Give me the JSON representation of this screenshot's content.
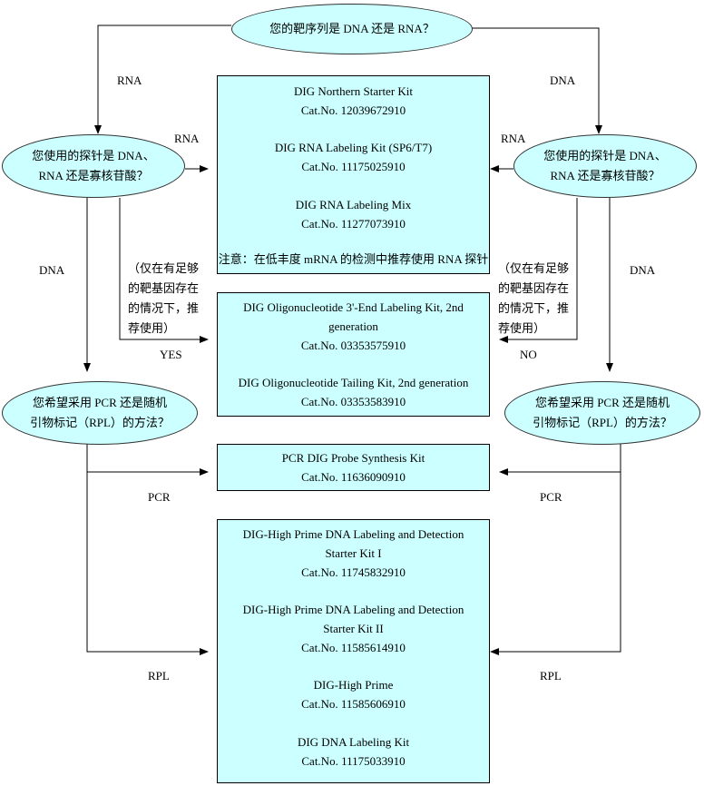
{
  "questions": {
    "top": "您的靶序列是 DNA 还是 RNA？",
    "probe_left": [
      "您使用的探针是 DNA、",
      "RNA 还是寡核苷酸？"
    ],
    "probe_right": [
      "您使用的探针是 DNA、",
      "RNA 还是寡核苷酸？"
    ],
    "method_left": [
      "您希望采用 PCR 还是随机",
      "引物标记（RPL）的方法？"
    ],
    "method_right": [
      "您希望采用 PCR 还是随机",
      "引物标记（RPL）的方法？"
    ]
  },
  "labels": {
    "rna_left": "RNA",
    "dna_right": "DNA",
    "rna_probe_left": "RNA",
    "rna_probe_right": "RNA",
    "dna_probe_left": "DNA",
    "dna_probe_right": "DNA",
    "yes": "YES",
    "no": "NO",
    "pcr_left": "PCR",
    "pcr_right": "PCR",
    "rpl_left": "RPL",
    "rpl_right": "RPL"
  },
  "notes": {
    "left": "（仅在有足够的靶基因存在的情况下，推荐使用）",
    "right": "（仅在有足够的靶基因存在的情况下，推荐使用）"
  },
  "boxes": {
    "rna_kits": {
      "entries": [
        {
          "name": "DIG Northern Starter Kit",
          "cat": "Cat.No. 12039672910"
        },
        {
          "name": "DIG RNA Labeling Kit (SP6/T7)",
          "cat": "Cat.No. 11175025910"
        },
        {
          "name": "DIG RNA Labeling Mix",
          "cat": "Cat.No. 11277073910"
        }
      ],
      "note": "注意：在低丰度 mRNA 的检测中推荐使用 RNA 探针"
    },
    "oligo_kits": {
      "entries": [
        {
          "name": "DIG Oligonucleotide 3'-End Labeling Kit, 2nd generation",
          "cat": "Cat.No. 03353575910"
        },
        {
          "name": "DIG Oligonucleotide Tailing Kit, 2nd generation",
          "cat": "Cat.No. 03353583910"
        }
      ]
    },
    "pcr_kits": {
      "entries": [
        {
          "name": "PCR DIG Probe Synthesis Kit",
          "cat": "Cat.No. 11636090910"
        }
      ]
    },
    "rpl_kits": {
      "entries": [
        {
          "name": "DIG-High Prime DNA Labeling and Detection Starter Kit I",
          "cat": "Cat.No. 11745832910"
        },
        {
          "name": "DIG-High Prime DNA Labeling and Detection Starter Kit II",
          "cat": "Cat.No. 11585614910"
        },
        {
          "name": "DIG-High Prime",
          "cat": "Cat.No. 11585606910"
        },
        {
          "name": "DIG DNA Labeling Kit",
          "cat": "Cat.No. 11175033910"
        }
      ]
    }
  }
}
